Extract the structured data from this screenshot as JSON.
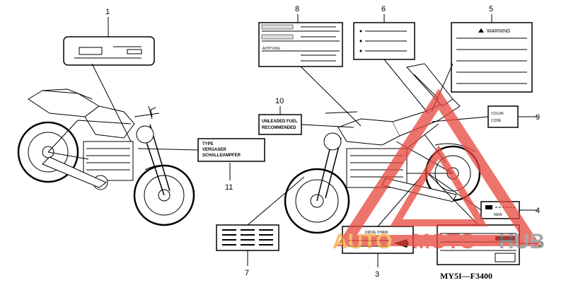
{
  "callouts": {
    "c1": "1",
    "c2": "2",
    "c3": "3",
    "c4": "4",
    "c5": "5",
    "c6": "6",
    "c7": "7",
    "c8": "8",
    "c9": "9",
    "c10": "10",
    "c11": "11"
  },
  "labels": {
    "warning": "WARNING",
    "color": "COLOR",
    "code": "CODE",
    "new": "NEW",
    "drive_chain": "DRIVE CHAIN",
    "unleaded_1": "UNLEADED FUEL",
    "unleaded_2": "RECOMMENDED",
    "type": "TYPE",
    "vergaser": "VERGASER",
    "schalldampfer": "SCHALLDAMPFER",
    "achtung": "ACHTUNG"
  },
  "diagram_code": "MY5I—F3400",
  "watermark": {
    "part1": "AUTO",
    "part2": "MOTO",
    "part3": "HUB",
    "color_orange": "#f2a93b",
    "color_red": "#e8463c",
    "color_gray": "#8a8a8a"
  }
}
